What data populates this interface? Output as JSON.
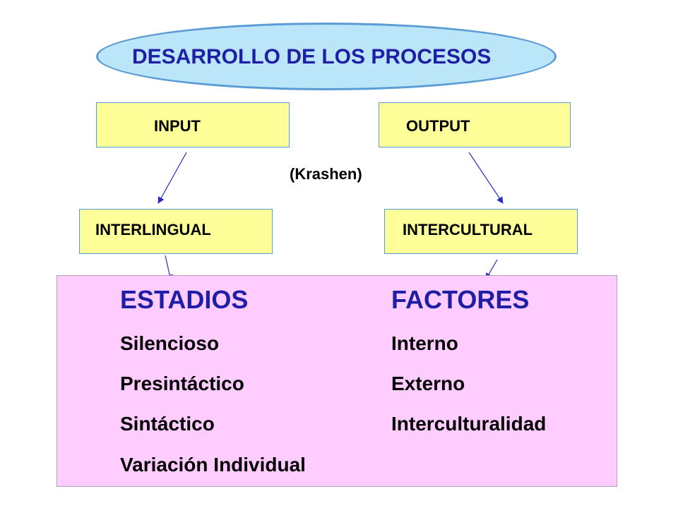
{
  "title": "DESARROLLO  DE LOS PROCESOS",
  "boxes": {
    "input": "INPUT",
    "output": "OUTPUT",
    "interlingual": "INTERLINGUAL",
    "intercultural": "INTERCULTURAL"
  },
  "note": "(Krashen)",
  "estadios": {
    "heading": "ESTADIOS",
    "items": [
      "Silencioso",
      "Presintáctico",
      "Sintáctico",
      "Variación Individual"
    ]
  },
  "factores": {
    "heading": "FACTORES",
    "items": [
      "Interno",
      "Externo",
      "Interculturalidad"
    ]
  },
  "colors": {
    "title_fill": "#bbe6fa",
    "title_text": "#1f1fa6",
    "box_fill": "#ffff99",
    "panel_fill": "#ffccff",
    "arrow": "#2a2acc"
  }
}
